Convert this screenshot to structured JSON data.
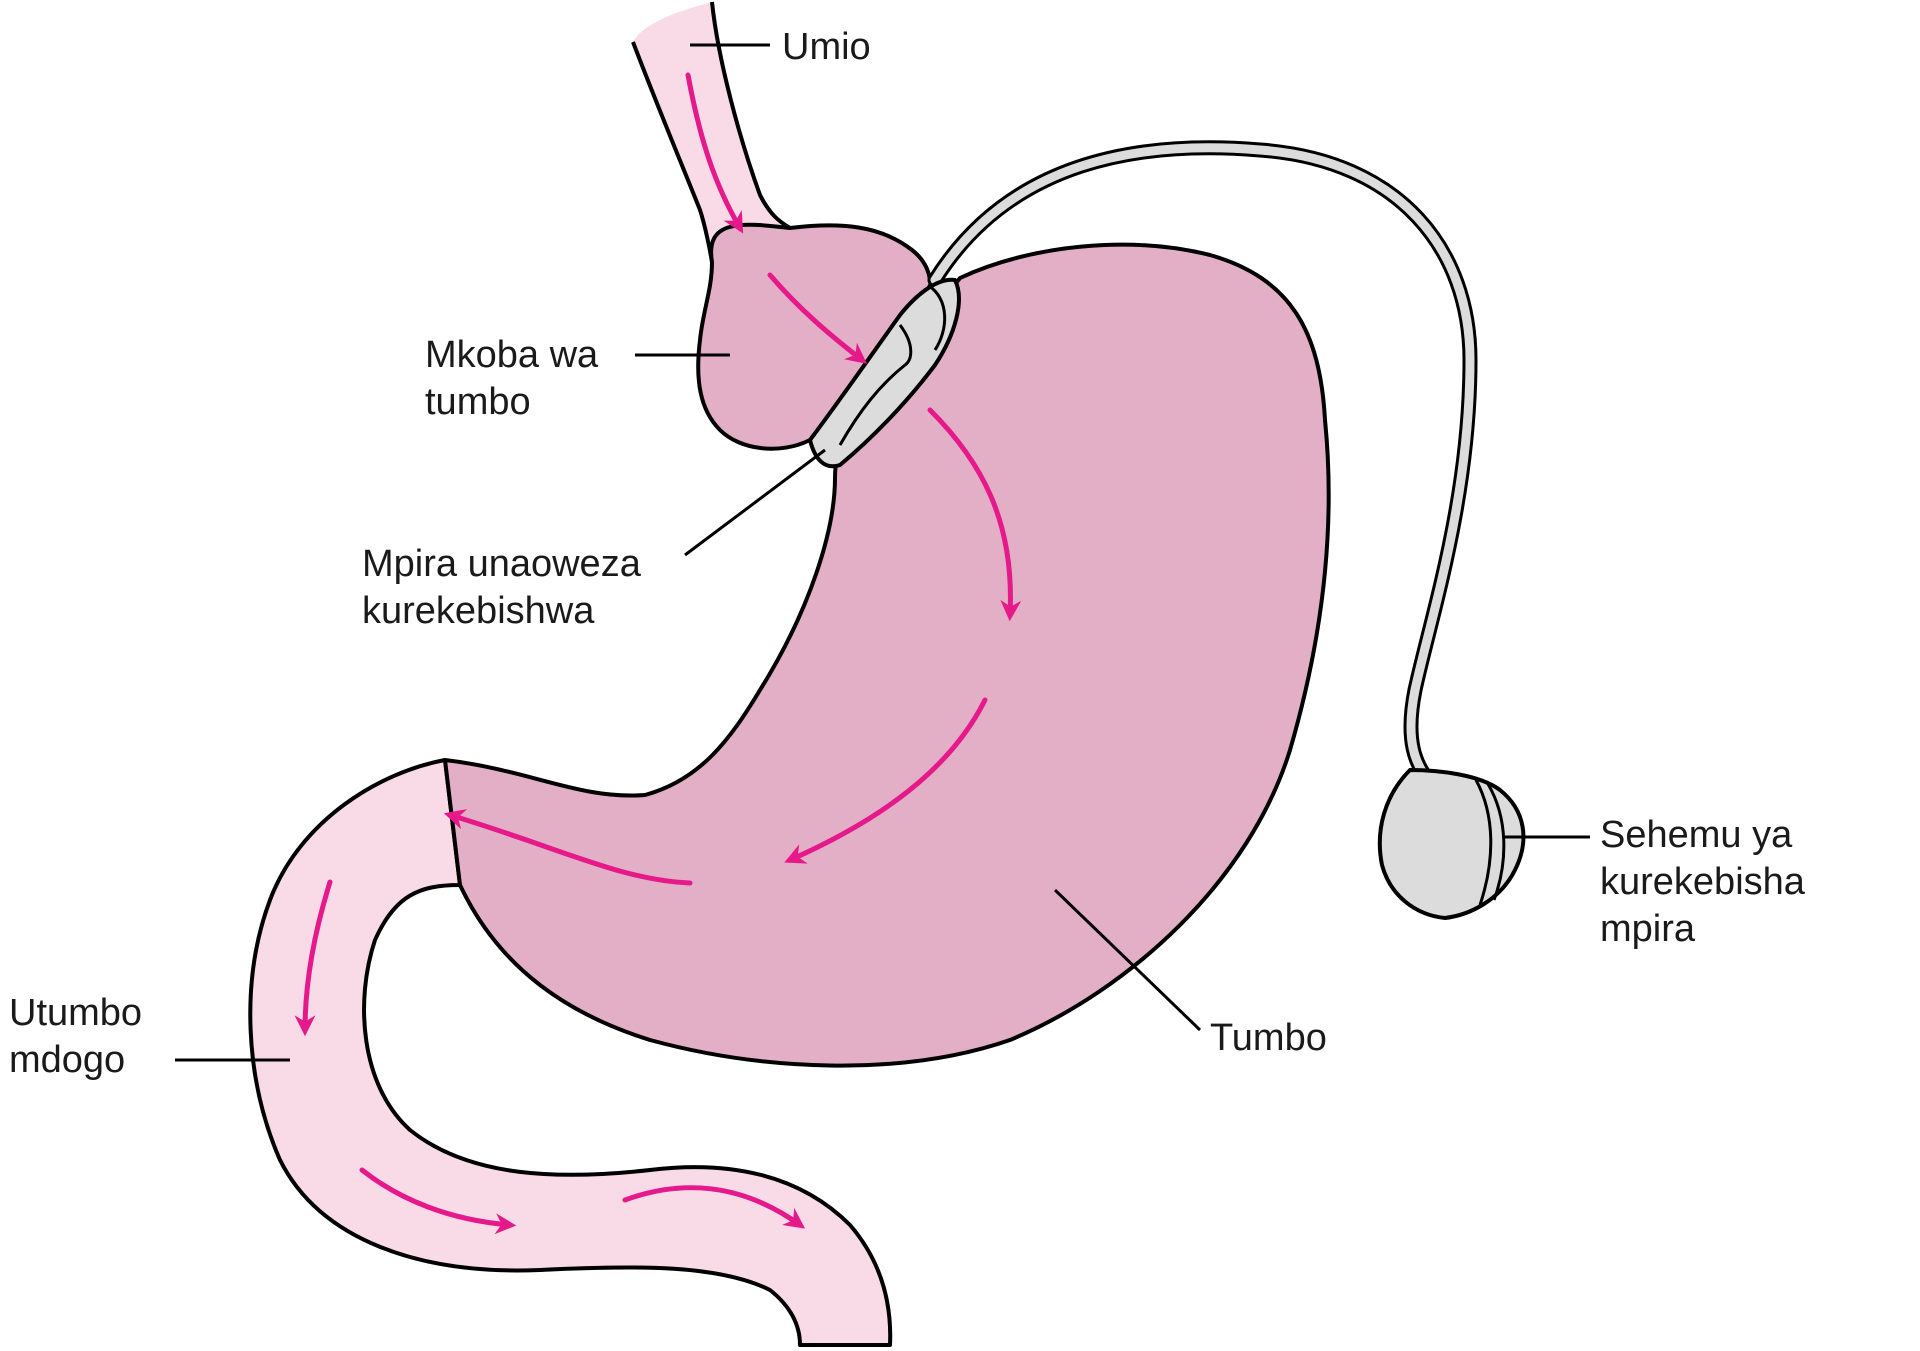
{
  "colors": {
    "stomach_fill": "#e2afc6",
    "intestine_fill": "#f9dbe8",
    "arrow": "#e6198a",
    "band_fill": "#dcdcdc",
    "outline": "#000000"
  },
  "labels": {
    "esophagus": {
      "lines": [
        "Umio"
      ]
    },
    "pouch": {
      "lines": [
        "Mkoba wa",
        "tumbo"
      ]
    },
    "band": {
      "lines": [
        "Mpira unaoweza",
        "kurekebishwa"
      ]
    },
    "small_intestine": {
      "lines": [
        "Utumbo",
        "mdogo"
      ]
    },
    "stomach": {
      "lines": [
        "Tumbo"
      ]
    },
    "port": {
      "lines": [
        "Sehemu ya",
        "kurekebisha",
        "mpira"
      ]
    }
  }
}
